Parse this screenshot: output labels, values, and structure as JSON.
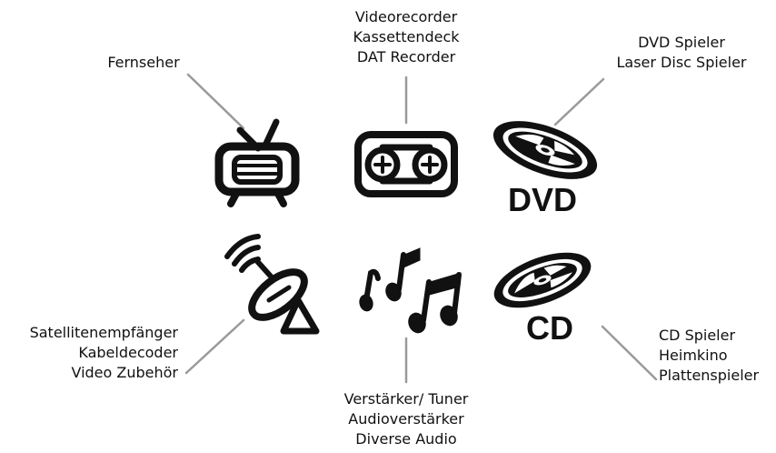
{
  "labels": {
    "tv": [
      "Fernseher"
    ],
    "vcr": [
      "Videorecorder",
      "Kassettendeck",
      "DAT Recorder"
    ],
    "dvd": [
      "DVD Spieler",
      "Laser Disc Spieler"
    ],
    "satellite": [
      "Satellitenempfänger",
      "Kabeldecoder",
      "Video Zubehör"
    ],
    "audio": [
      "Verstärker/ Tuner",
      "Audioverstärker",
      "Diverse Audio"
    ],
    "cd": [
      "CD Spieler",
      "Heimkino",
      "Plattenspieler"
    ]
  },
  "icons": {
    "tv": "tv-icon",
    "vcr": "cassette-icon",
    "dvd": "dvd-disc-icon",
    "satellite": "satellite-dish-icon",
    "audio": "music-notes-icon",
    "cd": "cd-disc-icon"
  },
  "badges": {
    "dvd": "DVD",
    "cd": "CD"
  },
  "colors": {
    "ink": "#111111",
    "connector": "#9a9a9a"
  }
}
